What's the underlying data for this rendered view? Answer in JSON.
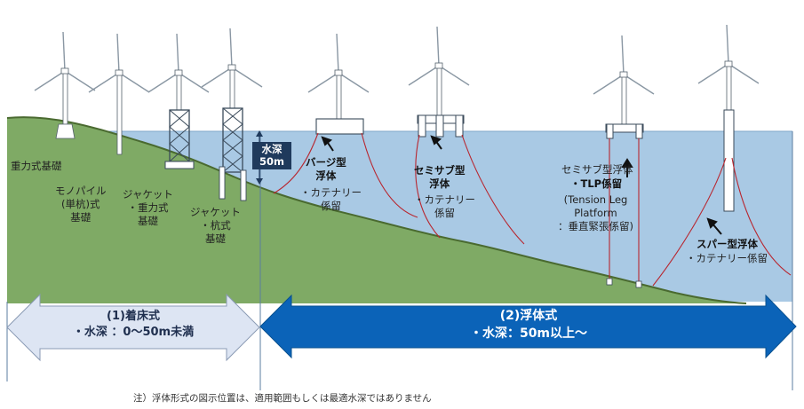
{
  "foundation_types": {
    "gravity": "重力式基礎",
    "monopile": "モノパイル\n(単杭)式\n基礎",
    "jacket_gravity": "ジャケット\n・重力式\n基礎",
    "jacket_pile": "ジャケット\n・杭式\n基礎"
  },
  "water_depth_label": "水深\n50m",
  "floating_types": {
    "barge_title": "バージ型\n浮体",
    "barge_mooring": "・カテナリー\n係留",
    "semisub_title": "セミサブ型\n浮体",
    "semisub_mooring": "・カテナリー\n係留",
    "tlp_line1": "セミサブ型浮体",
    "tlp_title": "・TLP係留",
    "tlp_desc": "(Tension Leg\nPlatform\n：垂直緊張係留)",
    "spar_title": "スパー型浮体",
    "spar_mooring": "・カテナリー係留"
  },
  "fixed_arrow": {
    "label": "(1)着床式\n・水深 ：0～50m未満",
    "color": "#dde5f3"
  },
  "floating_arrow": {
    "label": "(2)浮体式\n・水深：50m以上～",
    "color": "#0b63b8"
  },
  "note": "注）浮体形式の図示位置は、適用範囲もしくは最適水深ではありません",
  "colors": {
    "sea": "#a9c9e4",
    "land": "#7faa65",
    "seabed_line": "#4a6a30",
    "mooring": "#b8262f",
    "structure_outline": "#3a4a5a"
  }
}
